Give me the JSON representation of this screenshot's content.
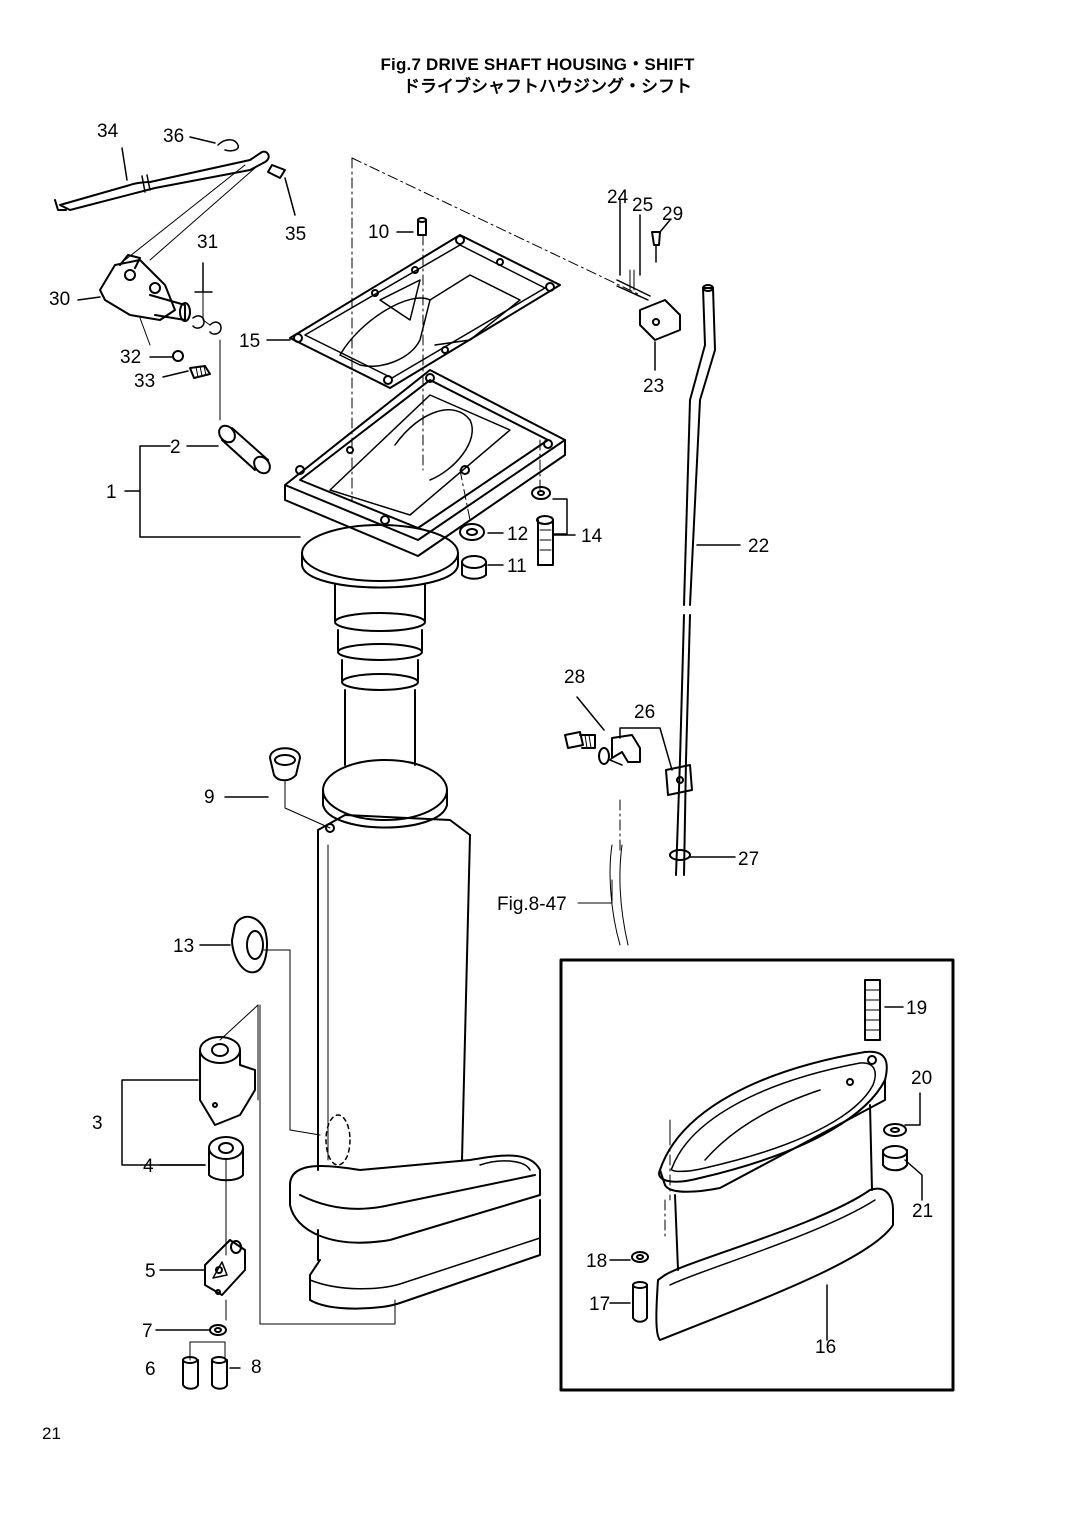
{
  "title": {
    "figure": "Fig.7  DRIVE SHAFT HOUSING・SHIFT",
    "japanese": "ドライブシャフトハウジング・シフト"
  },
  "labels": {
    "p1": "1",
    "p2": "2",
    "p3": "3",
    "p4": "4",
    "p5": "5",
    "p6": "6",
    "p7": "7",
    "p8": "8",
    "p9": "9",
    "p10": "10",
    "p11": "11",
    "p12": "12",
    "p13": "13",
    "p14": "14",
    "p15": "15",
    "p16": "16",
    "p17": "17",
    "p18": "18",
    "p19": "19",
    "p20": "20",
    "p21": "21",
    "p22": "22",
    "p23": "23",
    "p24": "24",
    "p25": "25",
    "p26": "26",
    "p27": "27",
    "p28": "28",
    "p29": "29",
    "p30": "30",
    "p31": "31",
    "p32": "32",
    "p33": "33",
    "p34": "34",
    "p35": "35",
    "p36": "36",
    "ref": "Fig.8-47"
  },
  "page_number": "21"
}
